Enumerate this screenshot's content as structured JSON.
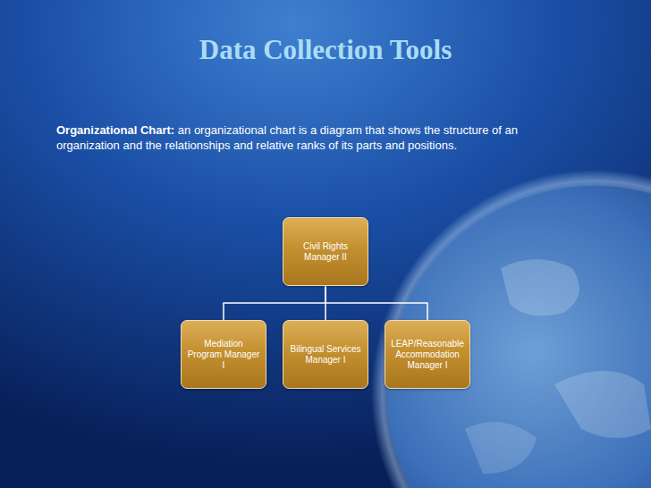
{
  "diagram": {
    "title": "Data Collection Tools",
    "nodes": [
      {
        "text": [
          "Civil Rights Manager II"
        ]
      },
      {
        "text": [
          "Mediation Program Manager I"
        ]
      },
      {
        "text": [
          "Bilingual Services Manager I"
        ]
      },
      {
        "text": [
          "LEAP/Reasonable Accommodation Manager I"
        ]
      }
    ],
    "edges": [
      {
        "from": 0,
        "to": 1,
        "arrow": "none"
      },
      {
        "from": 0,
        "to": 2,
        "arrow": "none"
      },
      {
        "from": 0,
        "to": 3,
        "arrow": "none"
      }
    ],
    "labels": [
      "Organizational Chart:",
      "an organizational chart is a diagram that shows the structure of an organization and the relationships and relative ranks of its parts and positions."
    ]
  }
}
